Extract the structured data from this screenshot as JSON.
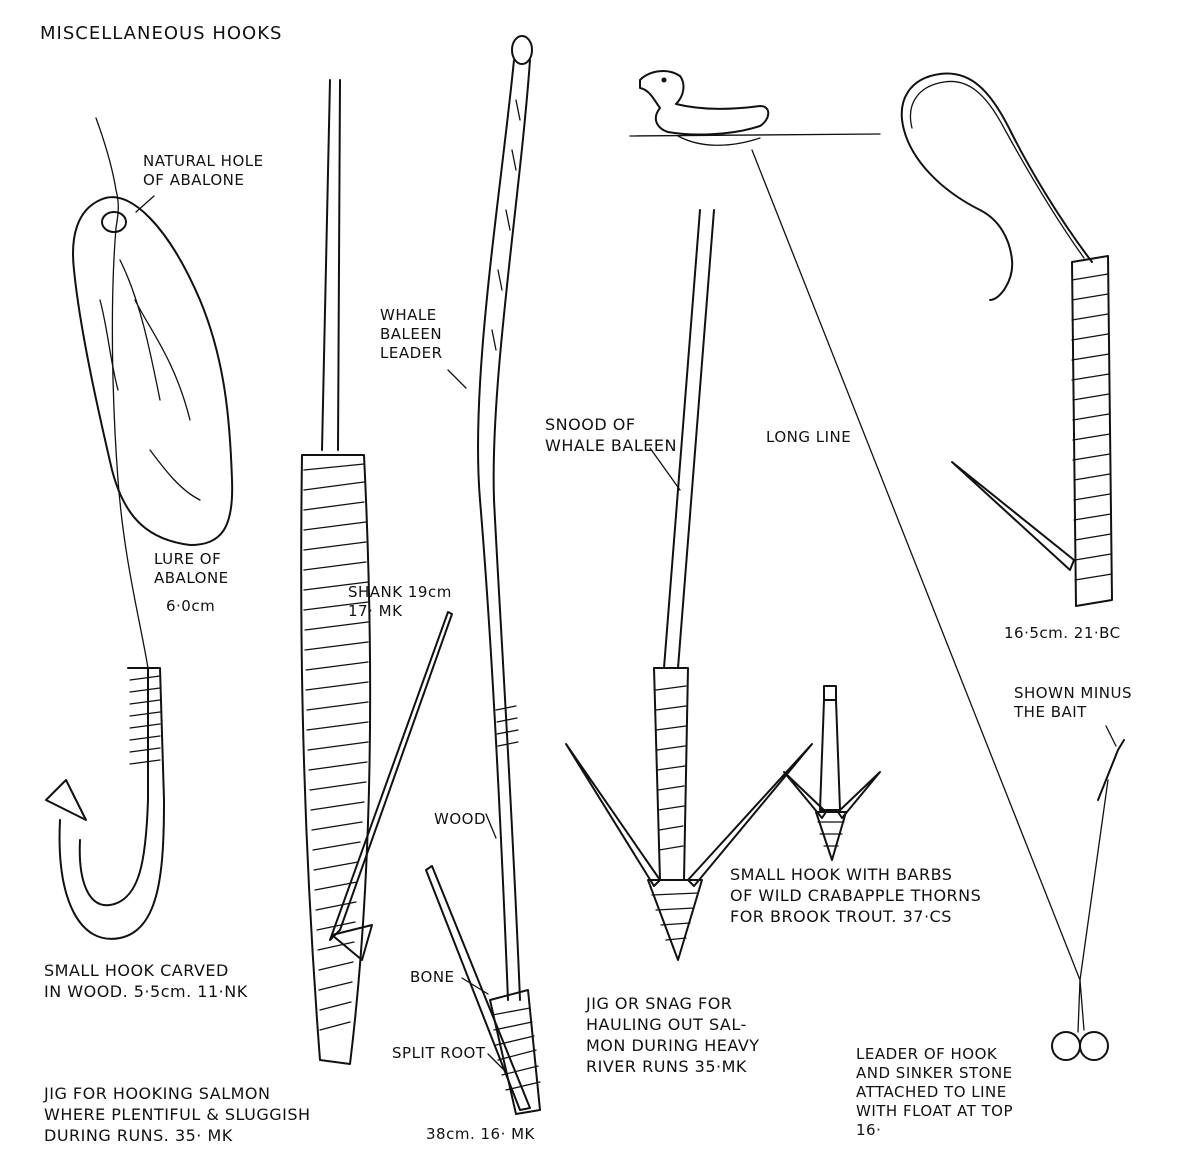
{
  "title": "MISCELLANEOUS HOOKS",
  "labels": {
    "natural_hole": [
      "NATURAL HOLE",
      "OF ABALONE"
    ],
    "lure": [
      "LURE OF",
      "ABALONE"
    ],
    "lure_size": "6·0cm",
    "small_hook": [
      "SMALL HOOK CARVED",
      "IN WOOD. 5·5cm. 11·NK"
    ],
    "jig_salmon": [
      "JIG FOR HOOKING SALMON",
      "WHERE PLENTIFUL & SLUGGISH",
      "DURING RUNS. 35· MK"
    ],
    "shank": [
      "SHANK 19cm",
      "17· MK"
    ],
    "whale_baleen_leader": [
      "WHALE",
      "BALEEN",
      "LEADER"
    ],
    "wood": "WOOD",
    "bone": "BONE",
    "split_root": "SPLIT ROOT",
    "size_38": "38cm. 16· MK",
    "snood": [
      "SNOOD OF",
      "WHALE BALEEN"
    ],
    "jig_snag": [
      "JIG OR SNAG FOR",
      "HAULING OUT SAL-",
      "MON DURING HEAVY",
      "RIVER RUNS 35·MK"
    ],
    "small_hook_barbs": [
      "SMALL HOOK WITH BARBS",
      "OF WILD CRABAPPLE THORNS",
      "FOR BROOK TROUT. 37·CS"
    ],
    "long_line": "LONG LINE",
    "size_165": "16·5cm. 21·BC",
    "shown_minus": [
      "SHOWN MINUS",
      "THE BAIT"
    ],
    "leader": [
      "LEADER OF HOOK",
      "AND SINKER STONE",
      "ATTACHED TO LINE",
      "WITH FLOAT AT TOP",
      "16·"
    ]
  },
  "colors": {
    "ink": "#111111",
    "paper": "#ffffff"
  }
}
